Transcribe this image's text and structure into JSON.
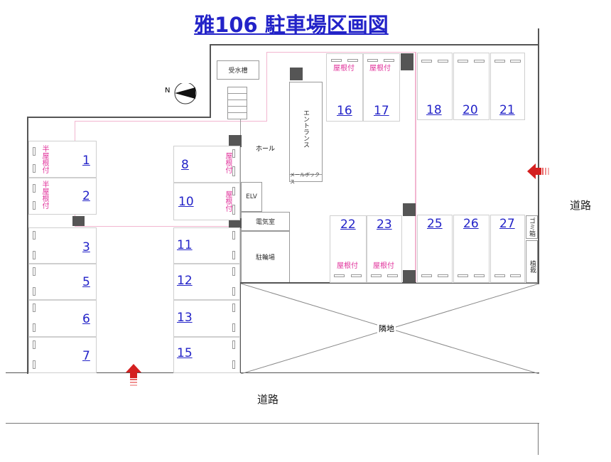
{
  "title": "雅106 駐車場区画図",
  "compass_label": "N",
  "road_label": "道路",
  "neighbor_label": "隣地",
  "rooms": {
    "water_tank": "受水槽",
    "hall": "ホール",
    "entrance": "エントランス",
    "mailbox": "メールボックス",
    "elevator": "ELV",
    "electrical_room": "電気室",
    "bicycle_parking": "駐輪場",
    "trash": "ゴミ箱",
    "planting": "植栽"
  },
  "roof_labels": {
    "half": "半屋根付",
    "full": "屋根付"
  },
  "spaces": [
    "1",
    "2",
    "3",
    "5",
    "6",
    "7",
    "8",
    "10",
    "11",
    "12",
    "13",
    "15",
    "16",
    "17",
    "18",
    "20",
    "21",
    "22",
    "23",
    "25",
    "26",
    "27"
  ],
  "colors": {
    "number": "#2323c8",
    "roof": "#e0309a",
    "arrow": "#d42020",
    "wall": "#555555"
  }
}
